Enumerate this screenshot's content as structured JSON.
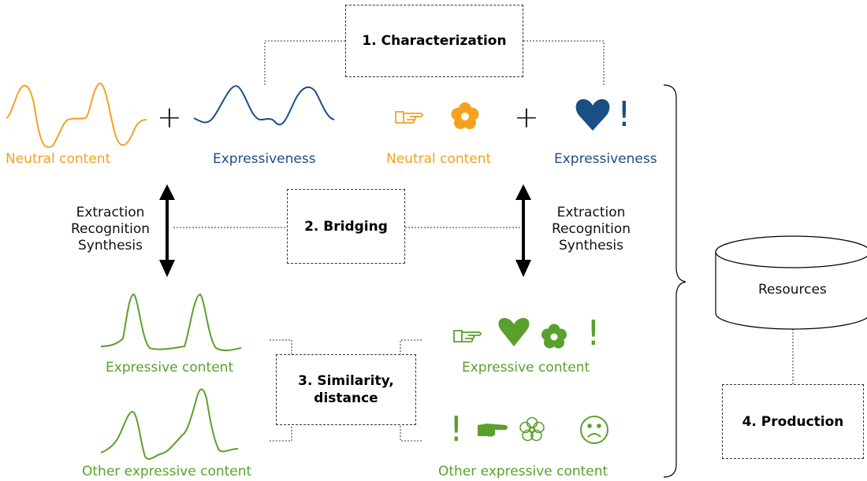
{
  "boxes": {
    "characterization": "1. Characterization",
    "bridging": "2. Bridging",
    "similarity_line1": "3. Similarity,",
    "similarity_line2": "distance",
    "production": "4. Production"
  },
  "left": {
    "neutral_label": "Neutral content",
    "expressiveness_label": "Expressiveness",
    "plus": "+",
    "expressive_label": "Expressive content",
    "other_expressive_label": "Other expressive content"
  },
  "right": {
    "neutral_label": "Neutral content",
    "expressiveness_label": "Expressiveness",
    "plus": "+",
    "expressive_label": "Expressive content",
    "other_expressive_label": "Other expressive content",
    "exclaim": "!"
  },
  "process": {
    "line1": "Extraction",
    "line2": "Recognition",
    "line3": "Synthesis"
  },
  "resources_label": "Resources",
  "colors": {
    "orange": "#f5a11f",
    "blue": "#1a4f86",
    "green": "#5aa02c"
  },
  "icons": {
    "pointing_hand": "pointing-hand-icon",
    "flower": "flower-icon",
    "heart": "heart-icon",
    "exclamation": "exclamation-icon",
    "frown": "frown-face-icon"
  }
}
